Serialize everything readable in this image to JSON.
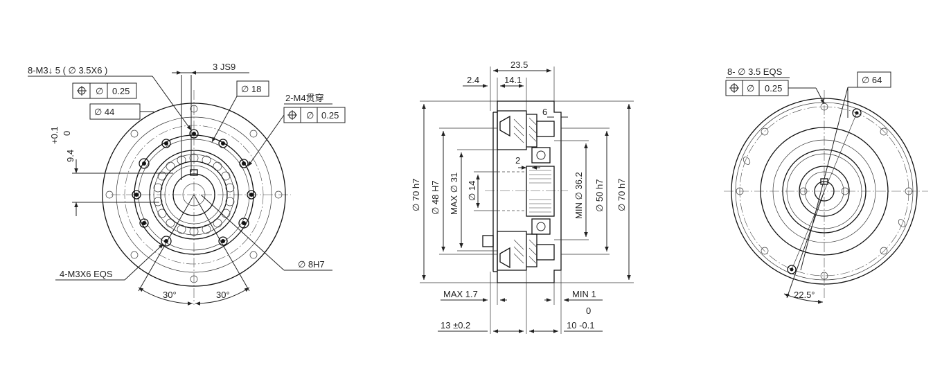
{
  "front": {
    "holes_top": "8-M3↓ 5 ( ∅ 3.5X6 )",
    "holes_top_tol": "0.25",
    "dia_44": "∅ 44",
    "key_width": "3 JS9",
    "dia_18": "∅ 18",
    "through_holes": "2-M4贯穿",
    "through_tol": "0.25",
    "tol_upper": "+0.1",
    "tol_lower": "0",
    "keyway_depth": "9.4",
    "bore": "∅ 8H7",
    "holes_bottom": "4-M3X6 EQS",
    "angle_left": "30°",
    "angle_right": "30°"
  },
  "side": {
    "total_length": "23.5",
    "shoulder": "2.4",
    "hub_length": "14.1",
    "groove": "6",
    "gap": "2",
    "od_left": "∅ 70 h7",
    "bore_48": "∅ 48 H7",
    "max_31": "MAX ∅ 31",
    "dia_14": "∅ 14",
    "min_36": "MIN ∅ 36.2",
    "od_50": "∅ 50 h7",
    "od_right": "∅ 70 h7",
    "max_offset": "MAX 1.7",
    "min_offset": "MIN 1",
    "tol_zero": "0",
    "len_13": "13 ±0.2",
    "len_10": "10 -0.1"
  },
  "back": {
    "holes": "8- ∅ 3.5 EQS",
    "holes_tol": "0.25",
    "dia_64": "∅ 64",
    "angle": "22.5°"
  }
}
